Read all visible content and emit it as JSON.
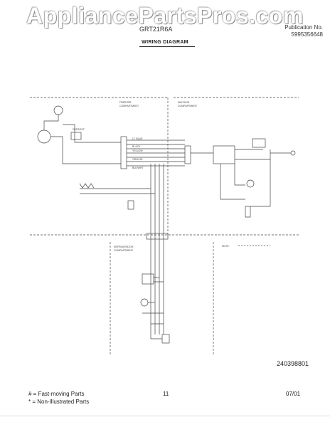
{
  "watermark": "AppliancePartsPros.com",
  "header": {
    "model": "GRT21R6A",
    "publication_label": "Publication No.",
    "publication_number": "5995356648",
    "title": "WIRING DIAGRAM"
  },
  "diagram": {
    "freezer_label_1": "FREEZER",
    "freezer_label_2": "COMPARTMENT",
    "machine_label_1": "MACHINE",
    "machine_label_2": "COMPARTMENT",
    "fridge_label_1": "REFRIGERATOR",
    "fridge_label_2": "COMPARTMENT",
    "defrost_label": "DEFROST",
    "note_label": "NOTE:",
    "wire_colors": [
      "LT. BLUE",
      "BLACK",
      "YELLOW",
      "ORN/YEL",
      "BLK/WHT"
    ]
  },
  "diagram_code": "240398801",
  "footer": {
    "fast_moving": "# = Fast-moving Parts",
    "non_illustrated": "* = Non-Illustrated Parts",
    "page_number": "11",
    "date": "07/01"
  }
}
